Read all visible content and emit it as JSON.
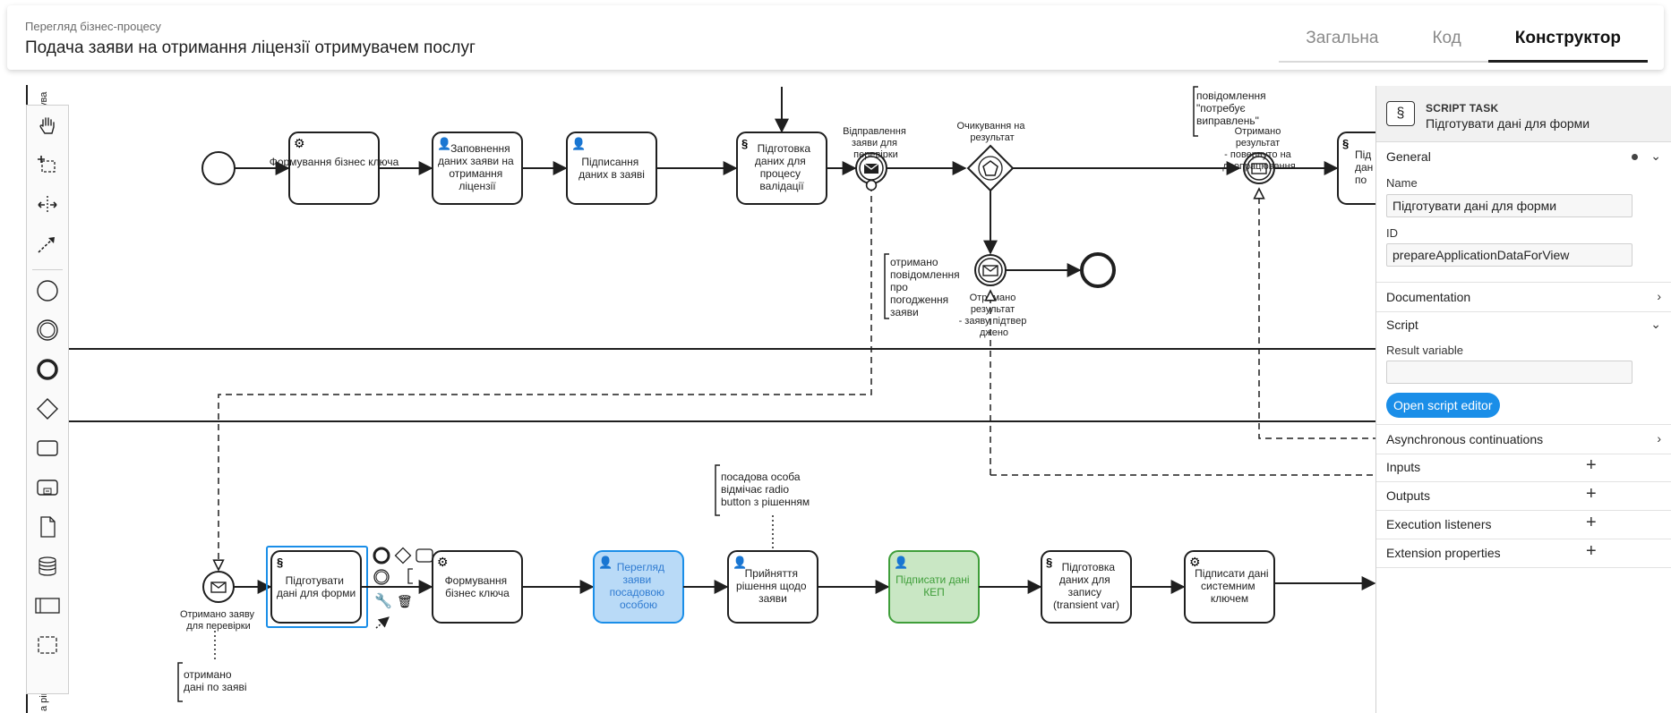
{
  "header": {
    "breadcrumb": "Перегляд бізнес-процесу",
    "title": "Подача заяви на отримання ліцензії отримувачем послуг",
    "tabs": [
      {
        "label": "Загальна",
        "active": false
      },
      {
        "label": "Код",
        "active": false
      },
      {
        "label": "Конструктор",
        "active": true
      }
    ]
  },
  "palette": {
    "tools": [
      "hand-tool-icon",
      "lasso-tool-icon",
      "space-tool-icon",
      "connect-tool-icon",
      "start-event-icon",
      "intermediate-event-icon",
      "end-event-icon",
      "gateway-icon",
      "task-icon",
      "subprocess-icon",
      "data-object-icon",
      "data-store-icon",
      "pool-icon",
      "group-icon"
    ]
  },
  "diagram": {
    "lane_labels": [
      "ува",
      "а рішен"
    ],
    "top_row": {
      "task_business_key": "Формування бізнес ключа",
      "task_fill_application": [
        "Заповнення",
        "даних заяви на",
        "отримання",
        "ліцензії"
      ],
      "task_sign_data": [
        "Підписання",
        "даних в заяві"
      ],
      "task_prepare_validation": [
        "Підготовка",
        "даних для",
        "процесу",
        "валідації"
      ],
      "event_send_label": [
        "Відправлення",
        "заяви для",
        "перевірки"
      ],
      "gateway_label": [
        "Очикування на",
        "результат"
      ],
      "event_approved_label": [
        "Отримано",
        "результат",
        "- заяву підтвер",
        "джено"
      ],
      "annotation_agreement": [
        "отримано",
        "повідомлення",
        "про",
        "погодження",
        "заяви"
      ],
      "annotation_needs_fix": [
        "повідомлення",
        "\"потребує",
        "виправлень\""
      ],
      "event_returned_label": [
        "Отримано",
        "результат",
        "- повернуто на",
        "доопрацювання"
      ],
      "task_cut": [
        "Під",
        "дан",
        "по"
      ]
    },
    "bottom_row": {
      "event_received_label": [
        "Отримано заяву",
        "для перевірки"
      ],
      "annotation_received": [
        "отримано",
        "дані по заяві"
      ],
      "task_prepare_form": [
        "Підготувати",
        "дані для форми"
      ],
      "task_business_key": [
        "Формування",
        "бізнес ключа"
      ],
      "task_view_application": [
        "Перегляд",
        "заяви",
        "посадовою",
        "особою"
      ],
      "annotation_radio": [
        "посадова особа",
        "відмічає radio",
        "button з рішенням"
      ],
      "task_decision": [
        "Прийняття",
        "рішення щодо",
        "заяви"
      ],
      "task_sign_kep": [
        "Підписати дані",
        "КЕП"
      ],
      "task_prepare_transient": [
        "Підготовка",
        "даних для",
        "запису",
        "(transient var)"
      ],
      "task_sign_system_key": [
        "Підписати дані",
        "системним",
        "ключем"
      ]
    },
    "colors": {
      "selected": "#1a8ee8",
      "user_task_blue_fill": "#b9daf7",
      "user_task_blue_text": "#2f7bd1",
      "user_task_green_fill": "#c9e7c4",
      "user_task_green_text": "#3f9e3a"
    }
  },
  "properties": {
    "element_type": "SCRIPT TASK",
    "element_name": "Підготувати дані для форми",
    "groups": {
      "general": "General",
      "name_label": "Name",
      "name_value": "Підготувати дані для форми",
      "id_label": "ID",
      "id_value": "prepareApplicationDataForView",
      "documentation": "Documentation",
      "script": "Script",
      "result_variable_label": "Result variable",
      "result_variable_value": "",
      "open_script_editor": "Open script editor",
      "async": "Asynchronous continuations",
      "inputs": "Inputs",
      "outputs": "Outputs",
      "listeners": "Execution listeners",
      "extension": "Extension properties"
    }
  }
}
